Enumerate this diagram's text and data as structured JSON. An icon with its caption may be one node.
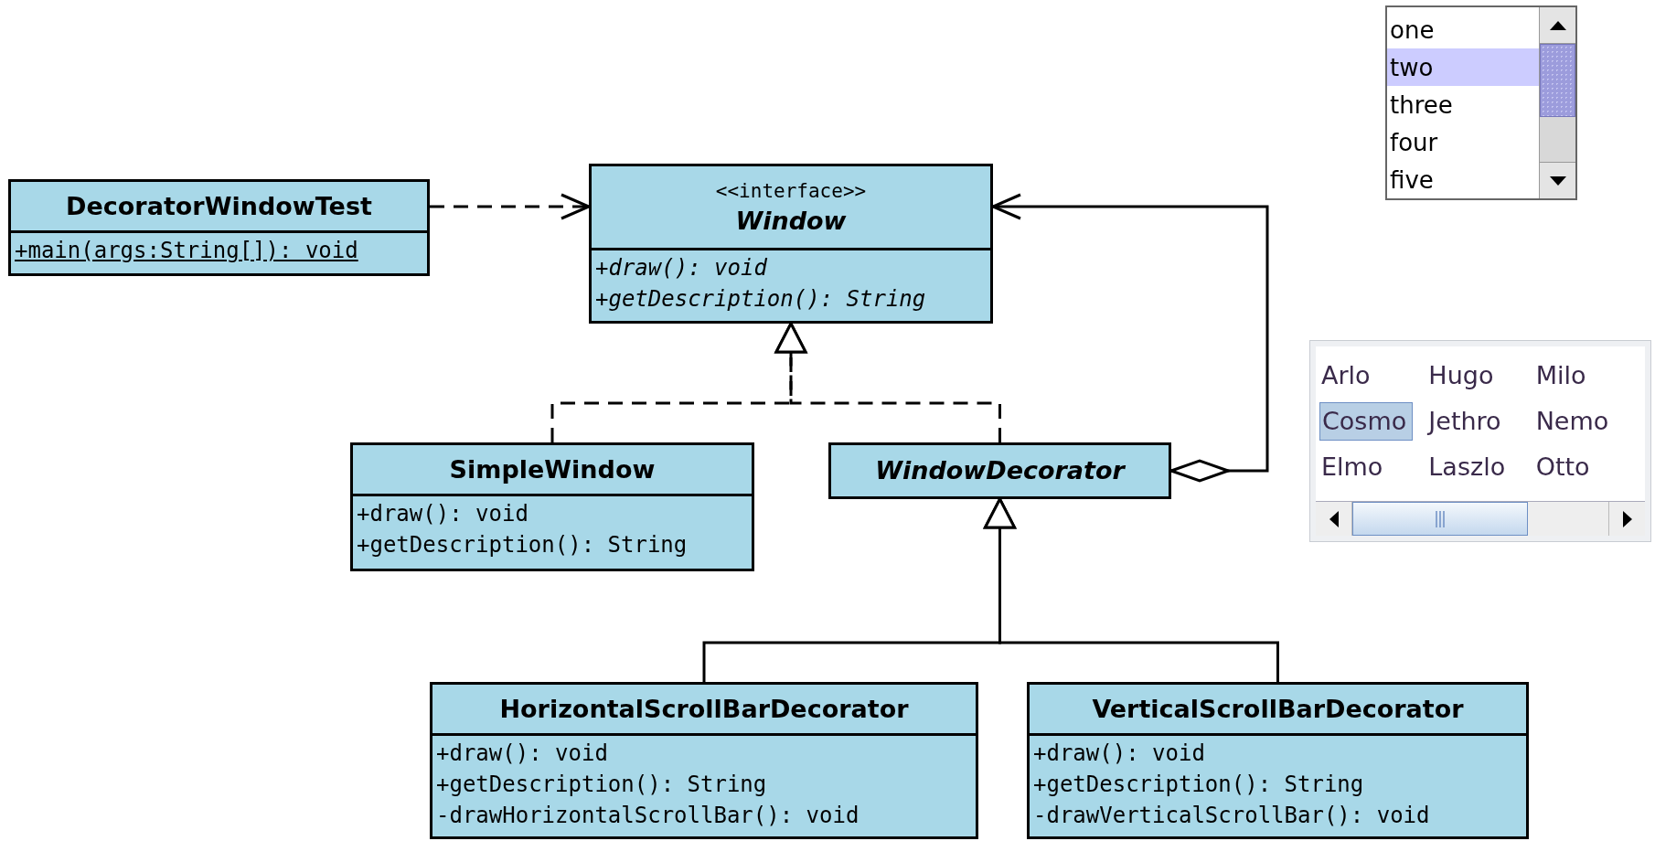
{
  "diagram": {
    "nodes": [
      {
        "text": [
          "DecoratorWindowTest",
          "+main(args:String[]): void"
        ]
      },
      {
        "text": [
          "<<interface>>",
          "Window",
          "+draw(): void",
          "+getDescription(): String"
        ]
      },
      {
        "text": [
          "SimpleWindow",
          "+draw(): void",
          "+getDescription(): String"
        ]
      },
      {
        "text": [
          "WindowDecorator"
        ]
      },
      {
        "text": [
          "HorizontalScrollBarDecorator",
          "+draw(): void",
          "+getDescription(): String",
          "-drawHorizontalScrollBar(): void"
        ]
      },
      {
        "text": [
          "VerticalScrollBarDecorator",
          "+draw(): void",
          "+getDescription(): String",
          "-drawVerticalScrollBar(): void"
        ]
      }
    ],
    "edges": [
      {
        "from": 0,
        "to": 1,
        "arrow": "to",
        "style": "dashed"
      },
      {
        "from": 2,
        "to": 1,
        "arrow": "to",
        "style": "dashed"
      },
      {
        "from": 3,
        "to": 1,
        "arrow": "to",
        "style": "dashed"
      },
      {
        "from": 3,
        "to": 1,
        "arrow": "to"
      },
      {
        "from": 4,
        "to": 3,
        "arrow": "to"
      },
      {
        "from": 5,
        "to": 3,
        "arrow": "to"
      }
    ],
    "labels": [
      "one",
      "two",
      "three",
      "four",
      "five",
      "Arlo",
      "Hugo",
      "Milo",
      "Cosmo",
      "Jethro",
      "Nemo",
      "Elmo",
      "Laszlo",
      "Otto"
    ]
  }
}
